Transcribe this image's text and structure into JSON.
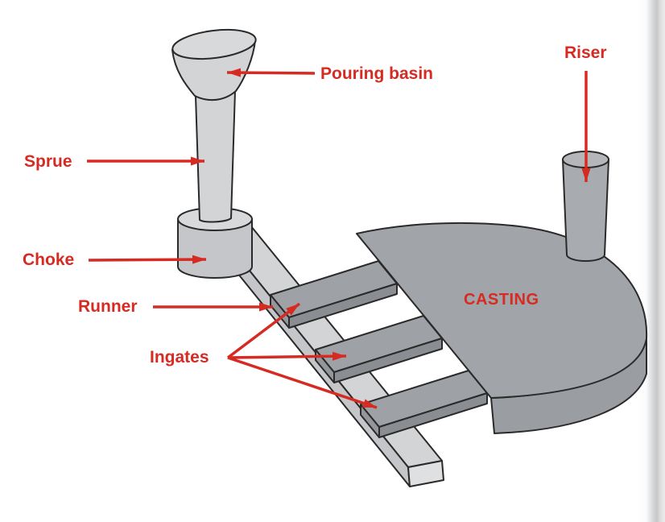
{
  "diagram": {
    "labels": {
      "pouring_basin": "Pouring basin",
      "sprue": "Sprue",
      "choke": "Choke",
      "runner": "Runner",
      "ingates": "Ingates",
      "riser": "Riser",
      "casting": "CASTING"
    },
    "parts": [
      {
        "name": "pouring-basin",
        "label": "Pouring basin"
      },
      {
        "name": "sprue",
        "label": "Sprue"
      },
      {
        "name": "choke",
        "label": "Choke"
      },
      {
        "name": "runner",
        "label": "Runner"
      },
      {
        "name": "ingates",
        "label": "Ingates",
        "count": 3
      },
      {
        "name": "riser",
        "label": "Riser"
      },
      {
        "name": "casting",
        "label": "CASTING"
      }
    ],
    "colors": {
      "label_red": "#d62b22",
      "light_gray": "#d3d4d6",
      "light_side": "#c5c6c9",
      "light_end": "#dfe0e1",
      "light_top": "#d8d9db",
      "dark_gray": "#a1a4a8",
      "dark_band": "#9a9da1",
      "ingate_top": "#9ea1a5",
      "ingate_front": "#8a8d91",
      "ingate_end": "#93969a",
      "riser_gray": "#a8abaf",
      "riser_top": "#b4b6ba",
      "outline": "#2b2a2a"
    }
  }
}
